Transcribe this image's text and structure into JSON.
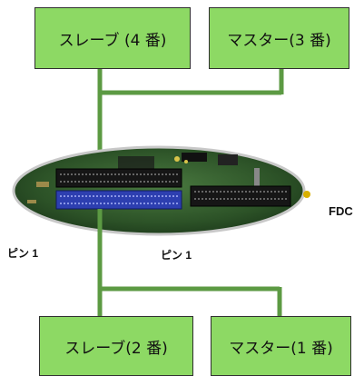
{
  "drives": {
    "top_left": "スレーブ (4 番)",
    "top_right": "マスター(3 番)",
    "bottom_left": "スレーブ(2 番)",
    "bottom_right": "マスター(1 番)"
  },
  "labels": {
    "fdc": "FDC",
    "pin1_left": "ピン 1",
    "pin1_center": "ピン 1"
  },
  "colors": {
    "drive_box": "#8dd964",
    "cable": "#5c9a43",
    "board": "#2f5a2c"
  }
}
